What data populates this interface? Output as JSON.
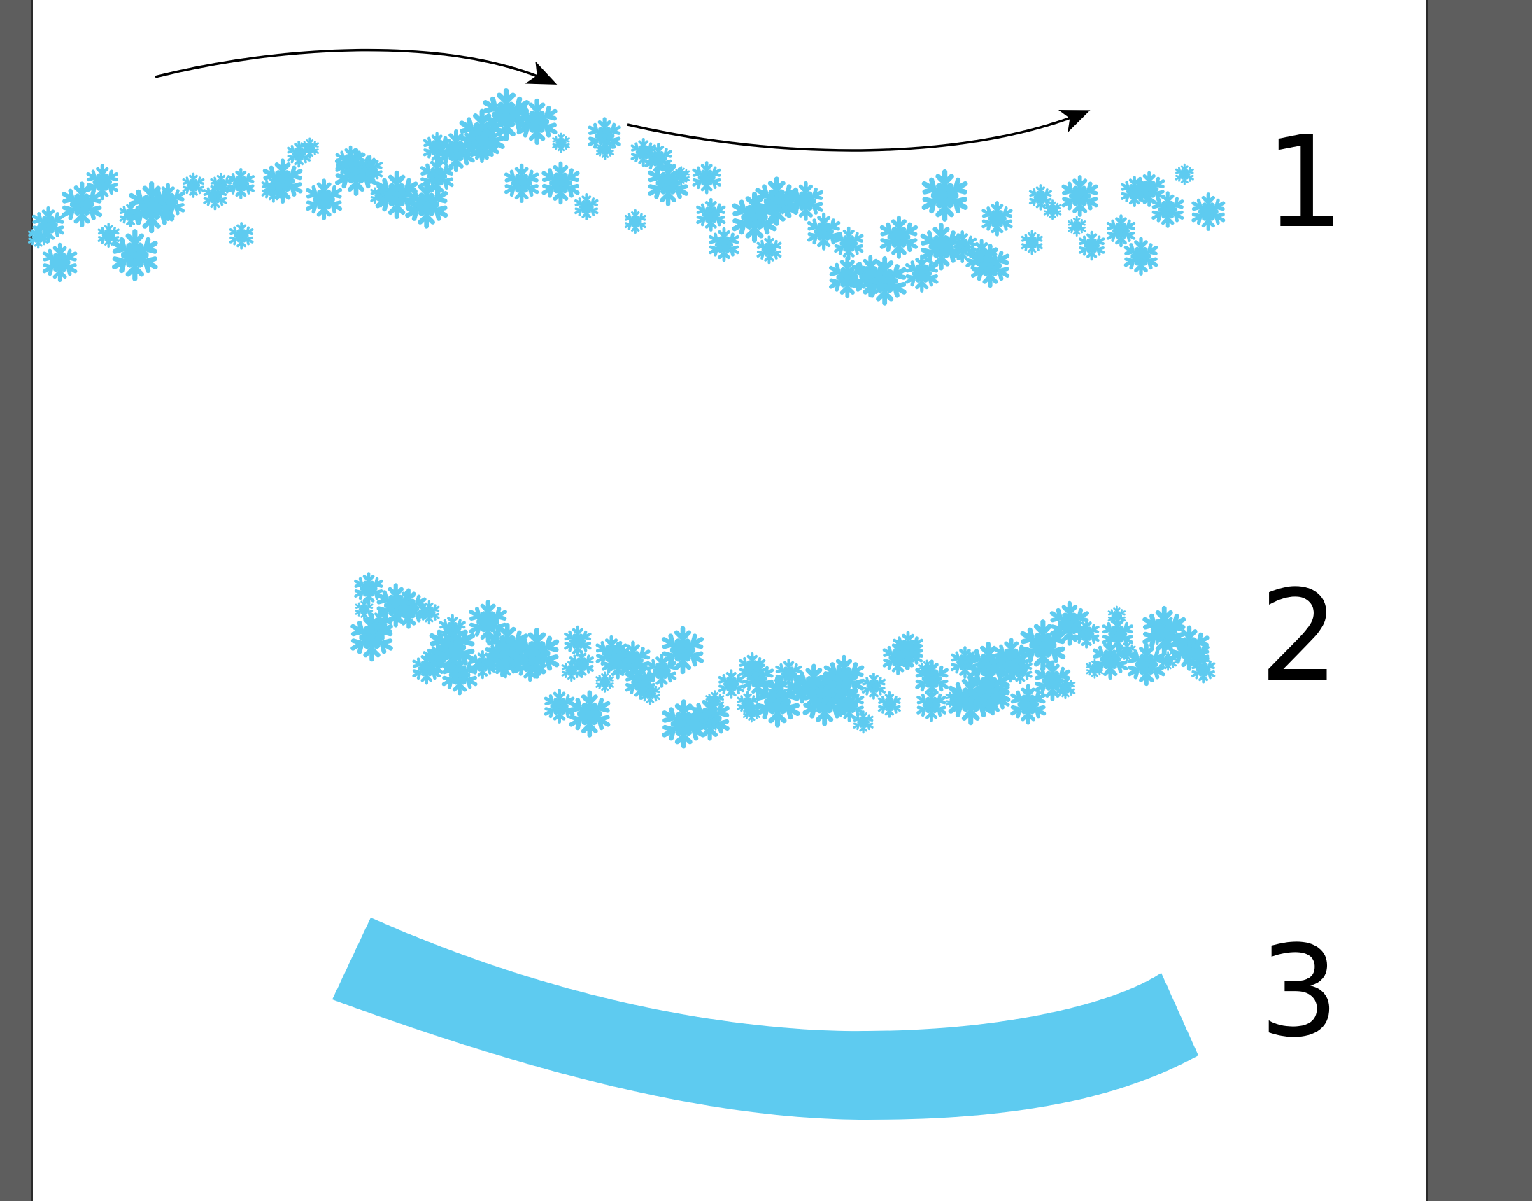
{
  "colors": {
    "workspace": "#5e5e5e",
    "artboard": "#ffffff",
    "snow": "#5ecbf0",
    "ink": "#000000"
  },
  "labels": {
    "step1": "1",
    "step2": "2",
    "step3": "3"
  },
  "icons": {
    "snowflake": "snowflake-icon",
    "arrow": "curved-arrow"
  }
}
